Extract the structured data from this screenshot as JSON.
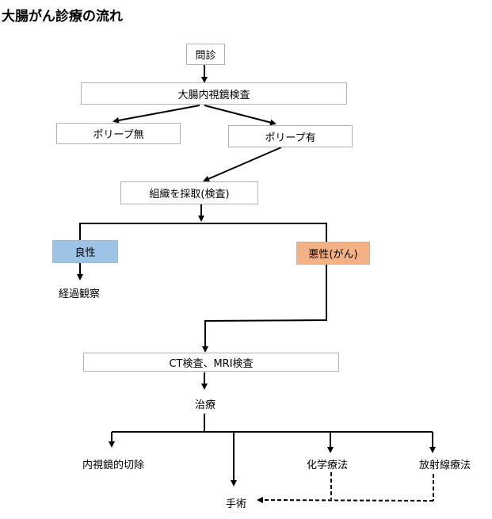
{
  "title": "大腸がん診療の流れ",
  "nodes": {
    "interview": "問診",
    "colonoscopy": "大腸内視鏡検査",
    "no_polyp": "ポリープ無",
    "polyp": "ポリープ有",
    "biopsy": "組織を採取(検査)",
    "benign": "良性",
    "malignant": "悪性(がん)",
    "observation": "経過観察",
    "imaging": "CT検査、MRI検査",
    "treatment": "治療",
    "endoscopic_resection": "内視鏡的切除",
    "surgery": "手術",
    "chemotherapy": "化学療法",
    "radiotherapy": "放射線療法"
  },
  "colors": {
    "benign_fill": "#9dc3e6",
    "malignant_fill": "#f4b183",
    "box_border": "#b4b4b4",
    "line": "#000000"
  }
}
